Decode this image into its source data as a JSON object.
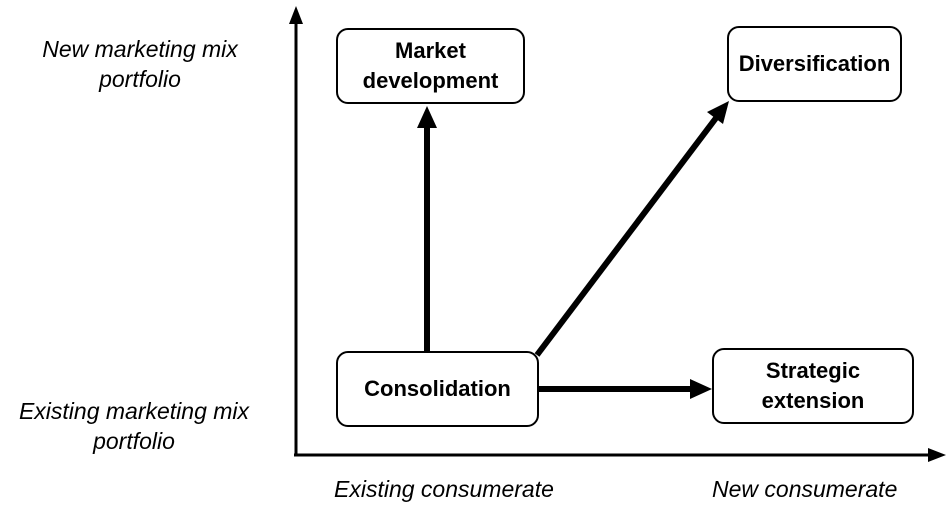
{
  "axes": {
    "y_top_label": [
      "New marketing mix",
      "portfolio"
    ],
    "y_bottom_label": [
      "Existing marketing mix",
      "portfolio"
    ],
    "x_left_label": "Existing consumerate",
    "x_right_label": "New consumerate"
  },
  "boxes": {
    "market_development": "Market\ndevelopment",
    "diversification": "Diversification",
    "consolidation": "Consolidation",
    "strategic_extension": "Strategic\nextension"
  }
}
